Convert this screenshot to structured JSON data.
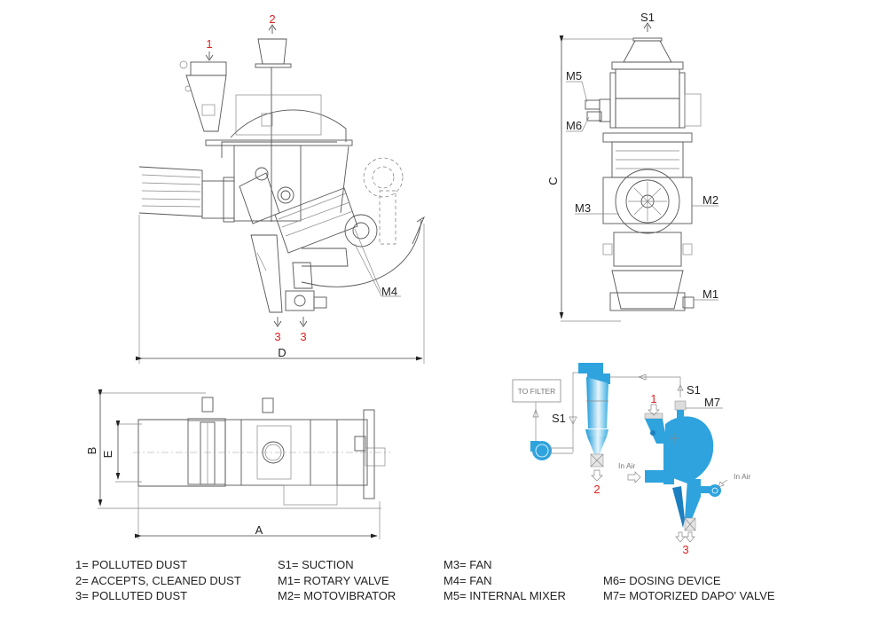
{
  "diagram": {
    "side_view": {
      "inlet_label": "1",
      "outlet_label": "2",
      "discharge_labels": [
        "3",
        "3"
      ],
      "motor_label": "M4",
      "dimension_label": "D"
    },
    "front_view": {
      "suction_label": "S1",
      "motor_labels": [
        "M5",
        "M6",
        "M3",
        "M2",
        "M1"
      ],
      "dimension_label": "C"
    },
    "top_view": {
      "dimension_labels": [
        "B",
        "E",
        "A"
      ]
    },
    "flow_schematic": {
      "filter_box_label": "TO FILTER",
      "suction_labels": [
        "S1",
        "S1"
      ],
      "valve_label": "M7",
      "inlet_label": "1",
      "outlet_label": "2",
      "discharge_label": "3",
      "air_inlet_labels": [
        "In Air",
        "In Air"
      ],
      "colors": {
        "equipment": "#2ea3de",
        "equipment_dark": "#1b7fc0",
        "markers": "#e01e1e"
      }
    }
  },
  "legend": {
    "columns": [
      [
        {
          "key": "1=",
          "text": "POLLUTED DUST"
        },
        {
          "key": "2=",
          "text": "ACCEPTS, CLEANED DUST"
        },
        {
          "key": "3=",
          "text": "POLLUTED DUST"
        }
      ],
      [
        {
          "key": "S1=",
          "text": "SUCTION"
        },
        {
          "key": "M1=",
          "text": "ROTARY VALVE"
        },
        {
          "key": "M2=",
          "text": "MOTOVIBRATOR"
        }
      ],
      [
        {
          "key": "M3=",
          "text": "FAN"
        },
        {
          "key": "M4=",
          "text": "FAN"
        },
        {
          "key": "M5=",
          "text": "INTERNAL MIXER"
        }
      ],
      [
        {
          "key": "M6=",
          "text": "DOSING DEVICE"
        },
        {
          "key": "M7=",
          "text": "MOTORIZED DAPO' VALVE"
        }
      ]
    ]
  }
}
